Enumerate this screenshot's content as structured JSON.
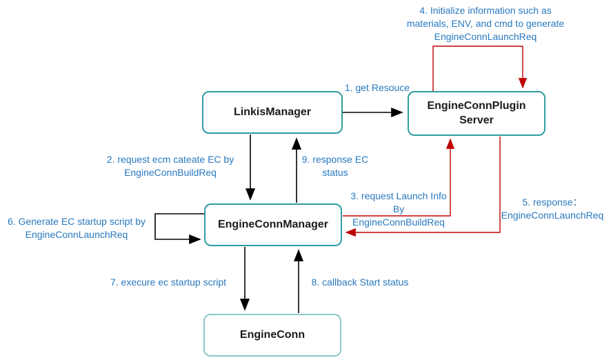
{
  "diagram": {
    "nodes": [
      {
        "id": "linkis-manager",
        "label": "LinkisManager"
      },
      {
        "id": "engine-conn-plugin-server",
        "label": "EngineConnPlugin\nServer"
      },
      {
        "id": "engine-conn-manager",
        "label": "EngineConnManager"
      },
      {
        "id": "engine-conn",
        "label": "EngineConn"
      }
    ],
    "edges": [
      {
        "step": 1,
        "label": "1. get Resouce",
        "from": "LinkisManager",
        "to": "EngineConnPlugin Server",
        "color": "black"
      },
      {
        "step": 2,
        "label": "2. request ecm cateate EC by\nEngineConnBuildReq",
        "from": "LinkisManager",
        "to": "EngineConnManager",
        "color": "black"
      },
      {
        "step": 3,
        "label": "3. request Launch Info\nBy\nEngineConnBuildReq",
        "from": "EngineConnManager",
        "to": "EngineConnPlugin Server",
        "color": "red"
      },
      {
        "step": 4,
        "label": "4. Initialize information such as\nmaterials, ENV, and cmd to generate\nEngineConnLaunchReq",
        "from": "EngineConnPlugin Server",
        "to": "EngineConnPlugin Server",
        "color": "red"
      },
      {
        "step": 5,
        "label": "5. response：\nEngineConnLaunchReq",
        "from": "EngineConnPlugin Server",
        "to": "EngineConnManager",
        "color": "red"
      },
      {
        "step": 6,
        "label": "6. Generate EC startup script by\nEngineConnLaunchReq",
        "from": "EngineConnManager",
        "to": "EngineConnManager",
        "color": "black"
      },
      {
        "step": 7,
        "label": "7. execure ec startup script",
        "from": "EngineConnManager",
        "to": "EngineConn",
        "color": "black"
      },
      {
        "step": 8,
        "label": "8. callback Start status",
        "from": "EngineConn",
        "to": "EngineConnManager",
        "color": "black"
      },
      {
        "step": 9,
        "label": "9. response EC\nstatus",
        "from": "EngineConnManager",
        "to": "LinkisManager",
        "color": "black"
      }
    ],
    "colors": {
      "background": "#FFFFFF",
      "node_border": "#2E9D9E",
      "node_border_light": "#8AC7C8",
      "node_text": "#1A1A1A",
      "label_blue": "#2878BE",
      "arrow_black": "#000000",
      "arrow_red": "#C00000"
    }
  }
}
